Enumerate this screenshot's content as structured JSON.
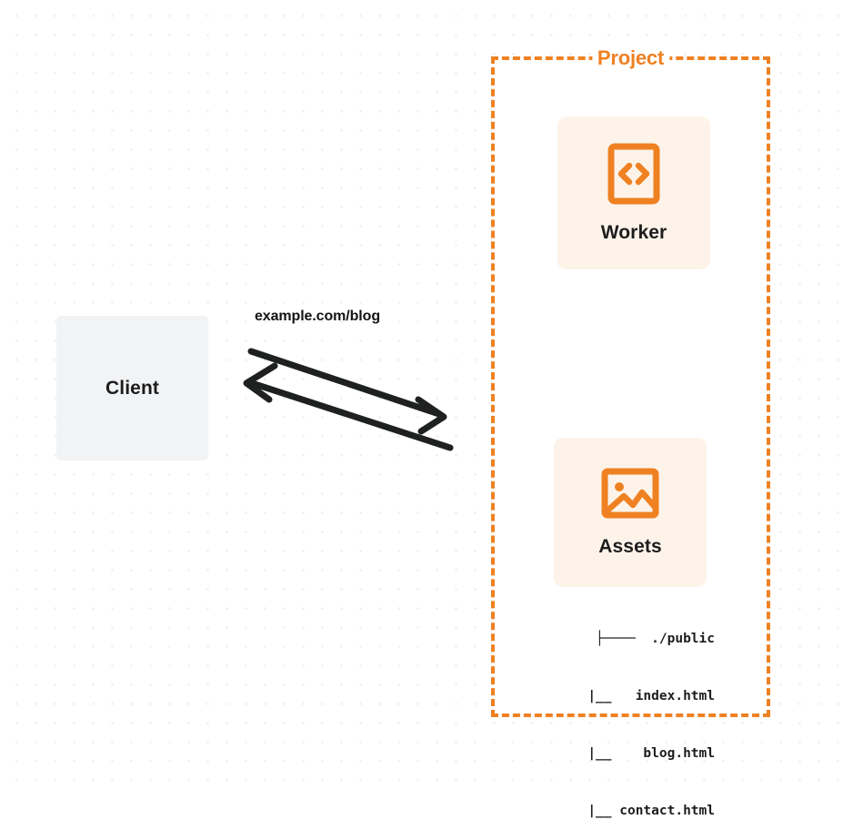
{
  "diagram": {
    "title": "Worker and static assets request flow",
    "colors": {
      "accent_orange": "#ef8122",
      "card_background": "#fdf3e9",
      "client_background": "#f2f3f5",
      "text_dark": "#1d1d1d",
      "arrow": "#1f2121",
      "dot_grid": "#e7e8ea"
    },
    "client": {
      "label": "Client"
    },
    "connection": {
      "label": "example.com/blog",
      "request_arrow_name": "arrow-client-to-project",
      "response_arrow_name": "arrow-project-to-client"
    },
    "project": {
      "label": "Project",
      "nodes": [
        {
          "id": "worker",
          "label": "Worker",
          "icon": "code-brackets-icon"
        },
        {
          "id": "assets",
          "label": "Assets",
          "icon": "image-icon"
        }
      ],
      "file_tree": [
        "├────  ./public",
        "   |__   index.html",
        "   |__    blog.html",
        "   |__ contact.html"
      ]
    }
  }
}
